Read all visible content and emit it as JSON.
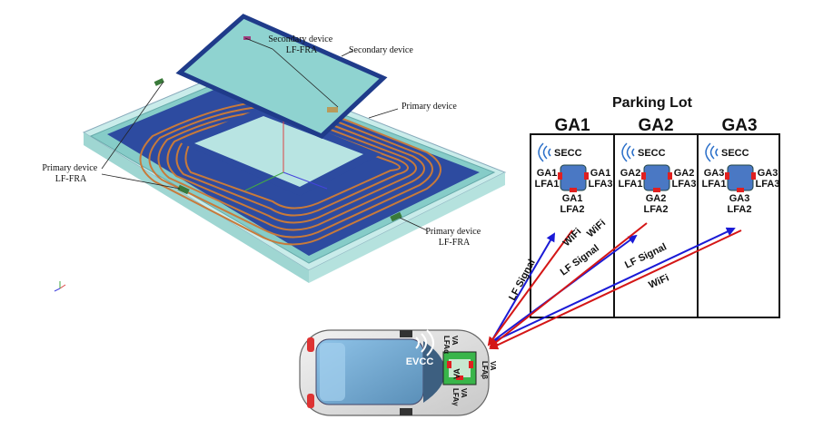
{
  "coil_figure": {
    "secondary_device_fra": "Secondary device\nLF-FRA",
    "secondary_device": "Secondary device",
    "primary_device": "Primary device",
    "primary_device_fra_left": "Primary device\nLF-FRA",
    "primary_device_fra_right": "Primary device\nLF-FRA",
    "axis_z": "z"
  },
  "parking_lot": {
    "title": "Parking Lot",
    "bays": [
      {
        "name": "GA1",
        "secc": "SECC",
        "lfa_left": "GA1\nLFA1",
        "lfa_right": "GA1\nLFA3",
        "lfa_bottom": "GA1\nLFA2"
      },
      {
        "name": "GA2",
        "secc": "SECC",
        "lfa_left": "GA2\nLFA1",
        "lfa_right": "GA2\nLFA3",
        "lfa_bottom": "GA2\nLFA2"
      },
      {
        "name": "GA3",
        "secc": "SECC",
        "lfa_left": "GA3\nLFA1",
        "lfa_right": "GA3\nLFA3",
        "lfa_bottom": "GA3\nLFA2"
      }
    ]
  },
  "signals": {
    "lf_signal_1": "LF Signal",
    "wifi_1": "WiFi",
    "wifi_2": "WiFi",
    "lf_signal_2": "LF Signal",
    "lf_signal_3": "LF Signal",
    "wifi_3": "WiFi"
  },
  "vehicle": {
    "evcc": "EVCC",
    "va": "VA",
    "va_lfa_alpha": "VA\nLFAα",
    "va_lfa_beta": "VA\nLFAβ",
    "va_lfa_gamma": "VA\nLFAγ"
  },
  "colors": {
    "lf_arrow": "#1a1ad6",
    "wifi_arrow": "#d41616",
    "pad_fill": "#2d4ba0",
    "coil": "#c87a3a",
    "plate": "#86ccc8",
    "antenna_red": "#e02020",
    "antenna_green": "#39b54a"
  }
}
